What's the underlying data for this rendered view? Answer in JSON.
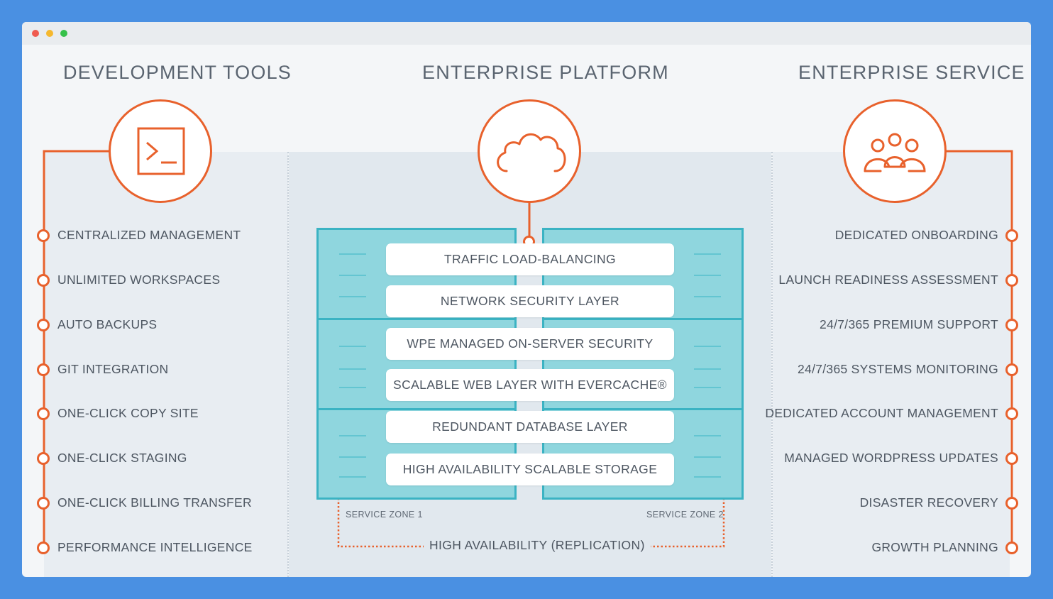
{
  "columns": {
    "dev_tools": {
      "title": "DEVELOPMENT TOOLS",
      "icon": "terminal-icon",
      "items": [
        "CENTRALIZED MANAGEMENT",
        "UNLIMITED WORKSPACES",
        "AUTO BACKUPS",
        "GIT INTEGRATION",
        "ONE-CLICK COPY SITE",
        "ONE-CLICK STAGING",
        "ONE-CLICK BILLING TRANSFER",
        "PERFORMANCE INTELLIGENCE"
      ]
    },
    "platform": {
      "title": "ENTERPRISE PLATFORM",
      "icon": "cloud-icon",
      "layers": [
        "TRAFFIC LOAD-BALANCING",
        "NETWORK SECURITY LAYER",
        "WPE MANAGED ON-SERVER SECURITY",
        "SCALABLE WEB LAYER WITH EVERCACHE®",
        "REDUNDANT DATABASE LAYER",
        "HIGH AVAILABILITY SCALABLE STORAGE"
      ],
      "zone_1": "SERVICE ZONE 1",
      "zone_2": "SERVICE ZONE 2",
      "replication": "HIGH AVAILABILITY (REPLICATION)"
    },
    "service": {
      "title": "ENTERPRISE SERVICE",
      "icon": "team-icon",
      "items": [
        "DEDICATED ONBOARDING",
        "LAUNCH READINESS ASSESSMENT",
        "24/7/365 PREMIUM SUPPORT",
        "24/7/365 SYSTEMS MONITORING",
        "DEDICATED ACCOUNT MANAGEMENT",
        "MANAGED WORDPRESS UPDATES",
        "DISASTER RECOVERY",
        "GROWTH PLANNING"
      ]
    }
  },
  "colors": {
    "accent": "#e8612c",
    "server_fill": "#8fd6de",
    "server_border": "#3bb3c3",
    "background": "#4a90e2"
  }
}
